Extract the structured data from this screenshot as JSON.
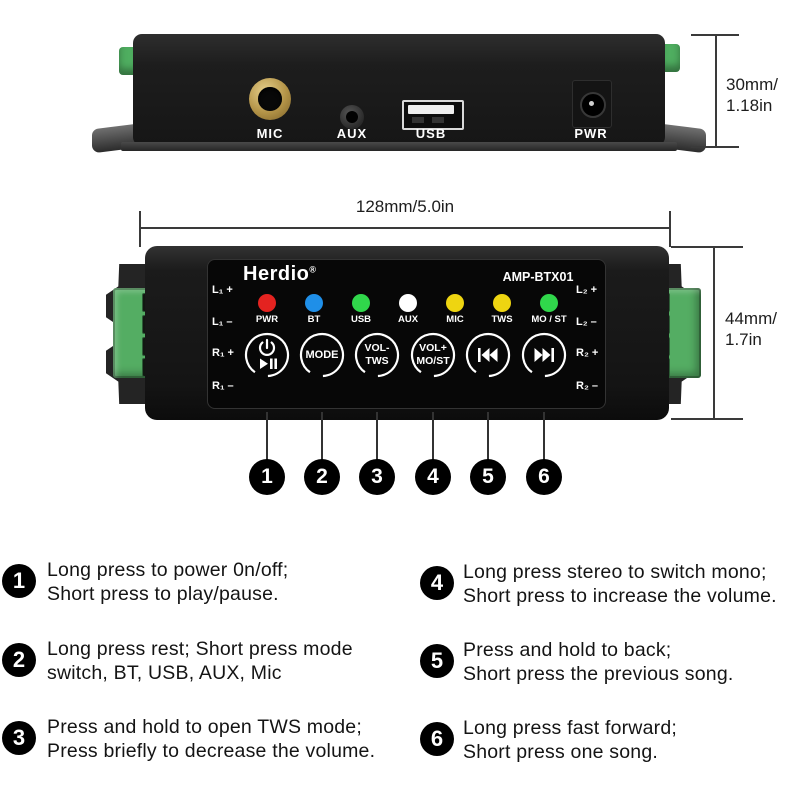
{
  "top_view": {
    "ports": [
      {
        "name": "mic",
        "label": "MIC"
      },
      {
        "name": "aux",
        "label": "AUX"
      },
      {
        "name": "usb",
        "label": "USB"
      },
      {
        "name": "pwr",
        "label": "PWR"
      }
    ],
    "height_dim": {
      "line1": "30mm/",
      "line2": "1.18in"
    }
  },
  "front_view": {
    "brand": "Herdio",
    "brand_mark": "®",
    "model": "AMP-BTX01",
    "width_dim": "128mm/5.0in",
    "height_dim": {
      "line1": "44mm/",
      "line2": "1.7in"
    },
    "terminals_left": [
      "L₁ +",
      "L₁ –",
      "R₁ +",
      "R₁ –"
    ],
    "terminals_right": [
      "L₂ +",
      "L₂ –",
      "R₂ +",
      "R₂ –"
    ],
    "leds": [
      {
        "label": "PWR",
        "color": "#e42320"
      },
      {
        "label": "BT",
        "color": "#1f8fe8"
      },
      {
        "label": "USB",
        "color": "#30d74b"
      },
      {
        "label": "AUX",
        "color": "#ffffff"
      },
      {
        "label": "MIC",
        "color": "#eed511"
      },
      {
        "label": "TWS",
        "color": "#eed511"
      },
      {
        "label": "MO / ST",
        "color": "#30d74b"
      }
    ],
    "buttons": [
      {
        "name": "power-play-pause",
        "icon": "power-playpause-icon"
      },
      {
        "name": "mode",
        "label": "MODE"
      },
      {
        "name": "vol-minus-tws",
        "line1": "VOL-",
        "line2": "TWS"
      },
      {
        "name": "vol-plus-most",
        "line1": "VOL+",
        "line2": "MO/ST"
      },
      {
        "name": "previous",
        "icon": "skip-back-icon"
      },
      {
        "name": "next",
        "icon": "skip-forward-icon"
      }
    ],
    "callouts": [
      "1",
      "2",
      "3",
      "4",
      "5",
      "6"
    ],
    "colors": {
      "terminal_green": "#54ad63",
      "panel_black": "#070707"
    }
  },
  "instructions": [
    {
      "num": "1",
      "line1": "Long press to power 0n/off;",
      "line2": "Short press to play/pause."
    },
    {
      "num": "2",
      "line1": "Long press rest; Short press mode",
      "line2": "switch, BT, USB, AUX, Mic"
    },
    {
      "num": "3",
      "line1": "Press and hold to open TWS mode;",
      "line2": "Press briefly to decrease the volume."
    },
    {
      "num": "4",
      "line1": "Long press stereo to switch mono;",
      "line2": "Short press to increase the volume."
    },
    {
      "num": "5",
      "line1": "Press and hold to back;",
      "line2": "Short press the previous song."
    },
    {
      "num": "6",
      "line1": "Long press fast forward;",
      "line2": "Short press one song."
    }
  ]
}
